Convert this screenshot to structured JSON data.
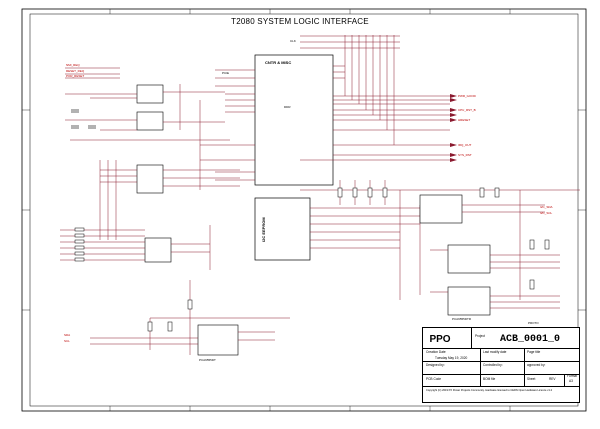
{
  "schematic": {
    "title": "T2080 SYSTEM LOGIC INTERFACE",
    "cntr_block_label": "CNTR & MISC",
    "i2c_block_label": "I2C EEPROM",
    "wire_color": "#8b1a2f",
    "signal_text_color": "#c0143c",
    "border_color": "#000000"
  },
  "title_block": {
    "project_label": "Project",
    "project_value": "ACB_0001_0",
    "creation_date_label": "Creation Date",
    "creation_date_value": "Tuesday May 19, 2020",
    "last_modify_label": "Last modify date",
    "page_title_label": "Page title",
    "designed_by_label": "Designed by:",
    "controlled_by_label": "Controlled by:",
    "approved_by_label": "approved by:",
    "pcb_code_label": "PCB Code",
    "bom_file_label": "BOM file",
    "sheet_label": "Sheet",
    "format_label": "Format",
    "format_value": "A3",
    "rev_label": "REV",
    "copyright": "Copyright (C) 2019 PX Power Projects Community. Hardware licensed to CERN Open Hardware Licence v1.2"
  },
  "proto_tag": "PROTO",
  "bottom_chips": [
    "PCA9555DTR",
    "PCA9555DT"
  ],
  "logo_text": "PPO"
}
